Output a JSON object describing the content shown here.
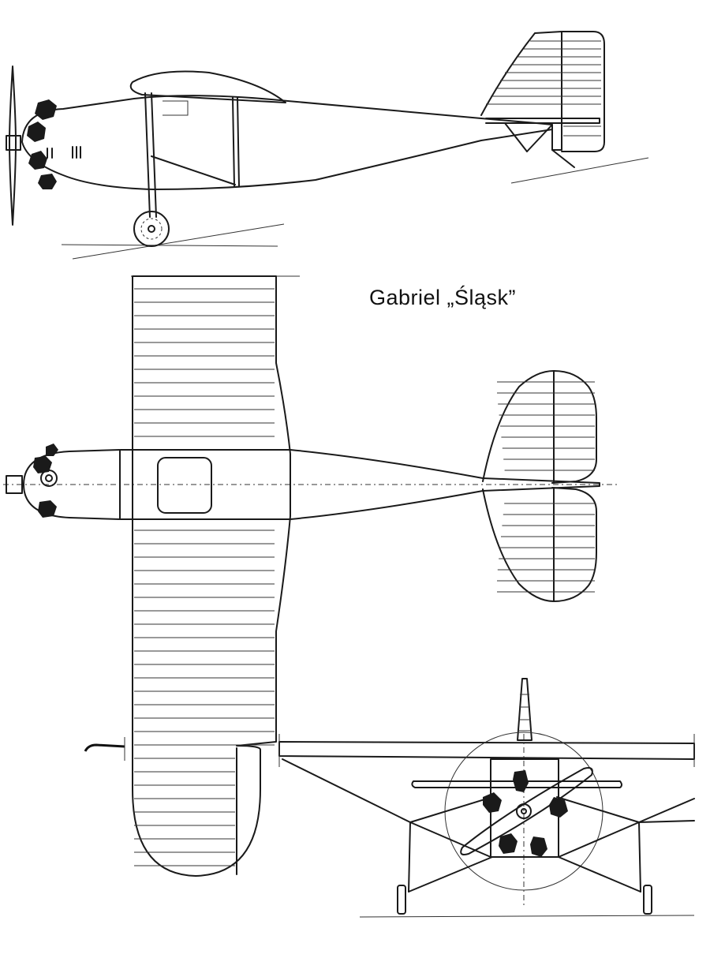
{
  "drawing": {
    "title": "Gabriel „Śląsk”",
    "views": [
      "side-view",
      "top-view",
      "front-view"
    ],
    "ink_color": "#1a1a1a",
    "paper_color": "#ffffff"
  }
}
